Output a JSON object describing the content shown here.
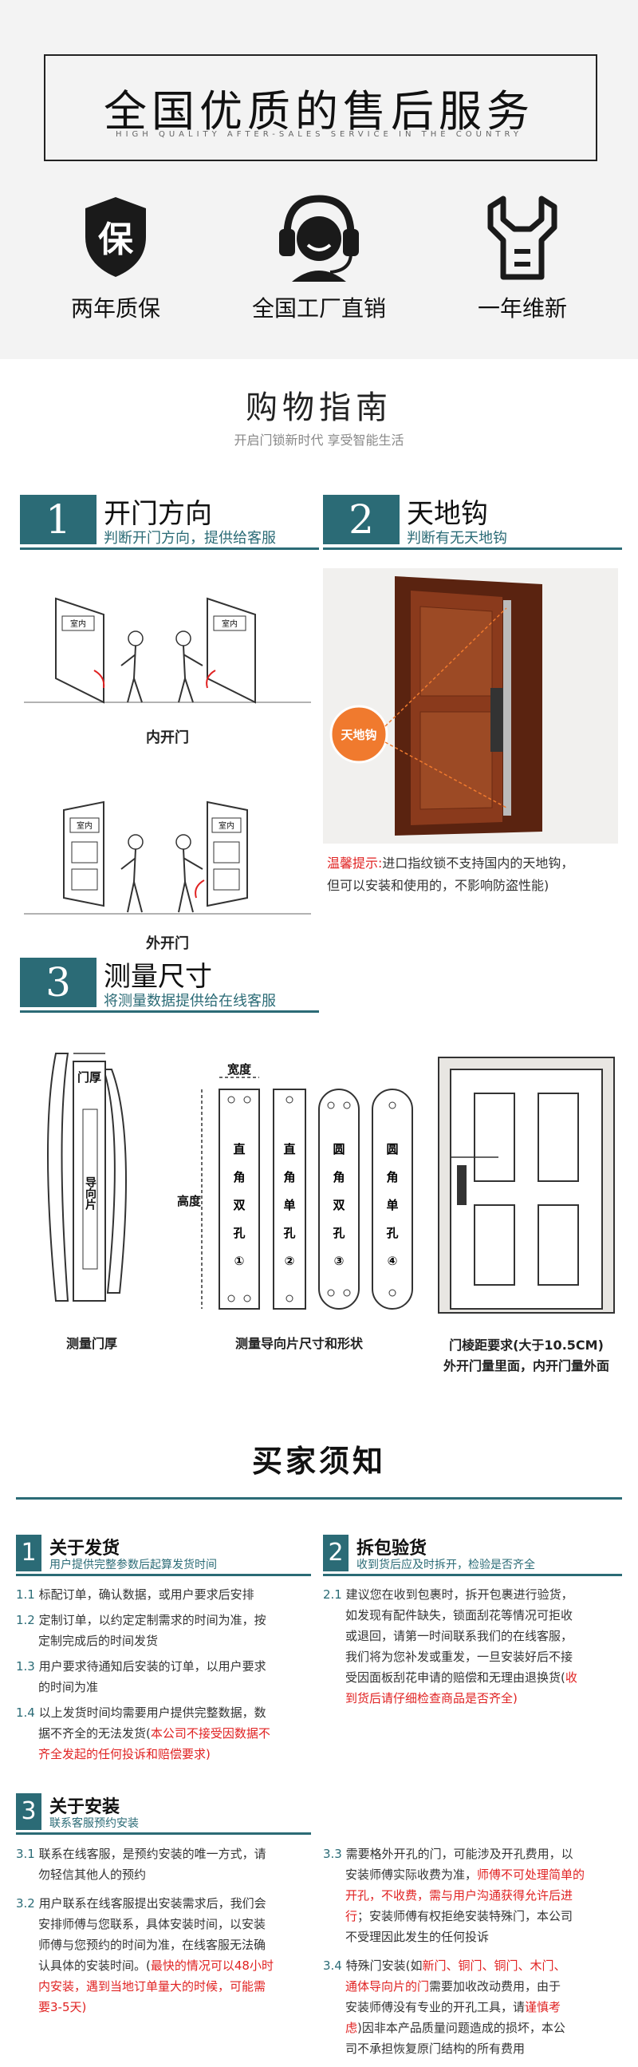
{
  "service": {
    "title": "全国优质的售后服务",
    "subtitle": "HIGH QUALITY AFTER-SALES SERVICE IN THE COUNTRY",
    "features": [
      {
        "icon": "shield-icon",
        "glyph": "保",
        "label": "两年质保"
      },
      {
        "icon": "headset-icon",
        "label": "全国工厂直销"
      },
      {
        "icon": "wrench-icon",
        "label": "一年维新"
      }
    ]
  },
  "guide": {
    "title": "购物指南",
    "subtitle": "开启门锁新时代 享受智能生活",
    "steps": [
      {
        "num": "1",
        "title": "开门方向",
        "subtitle": "判断开门方向，提供给客服",
        "captions": [
          "内开门",
          "外开门"
        ],
        "sign": "室内"
      },
      {
        "num": "2",
        "title": "天地钩",
        "subtitle": "判断有无天地钩",
        "badge": "天地钩",
        "tip_label": "温馨提示:",
        "tip_text": "进口指纹锁不支持国内的天地钩，",
        "tip_text2": "但可以安装和使用的，不影响防盗性能)"
      },
      {
        "num": "3",
        "title": "测量尺寸",
        "subtitle": "将测量数据提供给在线客服",
        "door_thickness_label": "门厚",
        "guide_label": "导向片",
        "width_label": "宽度",
        "height_label": "高度",
        "plates": [
          {
            "chars": [
              "直",
              "角",
              "双",
              "孔",
              "①"
            ]
          },
          {
            "chars": [
              "直",
              "角",
              "单",
              "孔",
              "②"
            ]
          },
          {
            "chars": [
              "圆",
              "角",
              "双",
              "孔",
              "③"
            ]
          },
          {
            "chars": [
              "圆",
              "角",
              "单",
              "孔",
              "④"
            ]
          }
        ],
        "captions": [
          "测量门厚",
          "测量导向片尺寸和形状",
          "门棱距要求(大于10.5CM)",
          "外开门量里面，内开门量外面"
        ]
      }
    ]
  },
  "notice": {
    "title": "买家须知",
    "sections": [
      {
        "num": "1",
        "title": "关于发货",
        "subtitle": "用户提供完整参数后起算发货时间",
        "items": [
          {
            "no": "1.1",
            "lines": [
              {
                "t": "标配订单，确认数据，或用户要求后安排"
              }
            ]
          },
          {
            "no": "1.2",
            "lines": [
              {
                "t": "定制订单，以约定定制需求的时间为准，按"
              },
              {
                "t": "定制完成后的时间发货"
              }
            ]
          },
          {
            "no": "1.3",
            "lines": [
              {
                "t": "用户要求待通知后安装的订单，以用户要求"
              },
              {
                "t": "的时间为准"
              }
            ]
          },
          {
            "no": "1.4",
            "lines": [
              {
                "t": "以上发货时间均需要用户提供完整数据，数"
              },
              {
                "t": "据不齐全的无法发货(",
                "h": "本公司不接受因数据不"
              },
              {
                "h": "齐全发起的任何投诉和赔偿要求)"
              }
            ]
          }
        ]
      },
      {
        "num": "2",
        "title": "拆包验货",
        "subtitle": "收到货后应及时拆开，检验是否齐全",
        "items": [
          {
            "no": "2.1",
            "lines": [
              {
                "t": "建议您在收到包裹时，拆开包裹进行验货，"
              },
              {
                "t": "如发现有配件缺失，锁面刮花等情况可拒收"
              },
              {
                "t": "或退回，请第一时间联系我们的在线客服，"
              },
              {
                "t": "我们将为您补发或重发，一旦安装好后不接"
              },
              {
                "t": "受因面板刮花申请的赔偿和无理由退换货(",
                "h": "收"
              },
              {
                "h": "到货后请仔细检查商品是否齐全)"
              }
            ]
          }
        ]
      },
      {
        "num": "3",
        "title": "关于安装",
        "subtitle": "联系客服预约安装",
        "items": [
          {
            "no": "3.1",
            "lines": [
              {
                "t": "联系在线客服，是预约安装的唯一方式，请"
              },
              {
                "t": "勿轻信其他人的预约"
              }
            ]
          },
          {
            "no": "3.2",
            "lines": [
              {
                "t": "用户联系在线客服提出安装需求后，我们会"
              },
              {
                "t": "安排师傅与您联系，具体安装时间，以安装"
              },
              {
                "t": "师傅与您预约的时间为准，在线客服无法确"
              },
              {
                "t": "认具体的安装时间。(",
                "h": "最快的情况可以48小时"
              },
              {
                "h": "内安装，遇到当地订单量大的时候，可能需"
              },
              {
                "h": "要3-5天)"
              }
            ]
          },
          {
            "no": "3.3",
            "lines": [
              {
                "t": "需要格外开孔的门，可能涉及开孔费用，以"
              },
              {
                "t": "安装师傅实际收费为准，",
                "h": "师傅不可处理简单的"
              },
              {
                "h": "开孔，不收费，需与用户沟通获得允许后进"
              },
              {
                "h": "行",
                "t2": "；安装师傅有权拒绝安装特殊门，本公司"
              },
              {
                "t": "不受理因此发生的任何投诉"
              }
            ]
          },
          {
            "no": "3.4",
            "lines": [
              {
                "t": "特殊门安装(如",
                "h": "新门、铜门、铜门、木门、"
              },
              {
                "h": "通体导向片的门",
                "t2": "需要加收改动费用，由于"
              },
              {
                "t": "安装师傅没有专业的开孔工具，请",
                "h": "谨慎考"
              },
              {
                "h": "虑",
                "t2": ")因非本产品质量问题造成的损坏，本公"
              },
              {
                "t": "司不承担恢复原门结构的所有费用"
              }
            ]
          }
        ]
      }
    ]
  },
  "colors": {
    "accent": "#2b6b76",
    "highlight": "#e02222",
    "door": "#8a3a1c"
  }
}
